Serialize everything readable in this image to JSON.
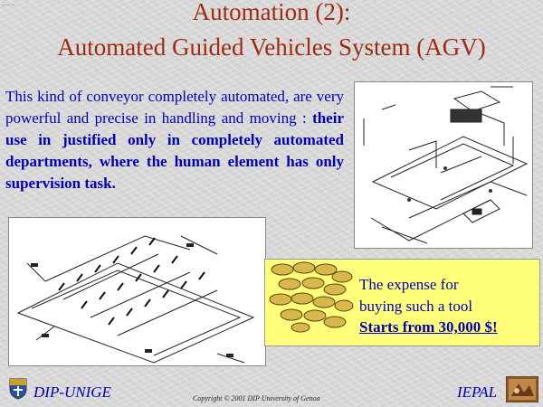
{
  "header": {
    "tiny_label": "— — —",
    "title_line1": "Automation (2):",
    "title_line2": "Automated Guided Vehicles System (AGV)"
  },
  "body": {
    "text_part1": "This kind of conveyor completely automated, are very powerful and precise in handling and moving : ",
    "text_part2": "their use in justified only in completely automated departments, where the human element has only supervision task."
  },
  "note": {
    "line1": "The expense for",
    "line2": "buying such a tool",
    "line3": "Starts from 30,000 $!"
  },
  "footer": {
    "left": "DIP-UNIGE",
    "copyright": "Copyright © 2001 DIP University of Genoa",
    "right": "IEPAL"
  },
  "colors": {
    "title": "#a02a10",
    "text": "#0000b4",
    "note_bg": "#ffff7a"
  }
}
